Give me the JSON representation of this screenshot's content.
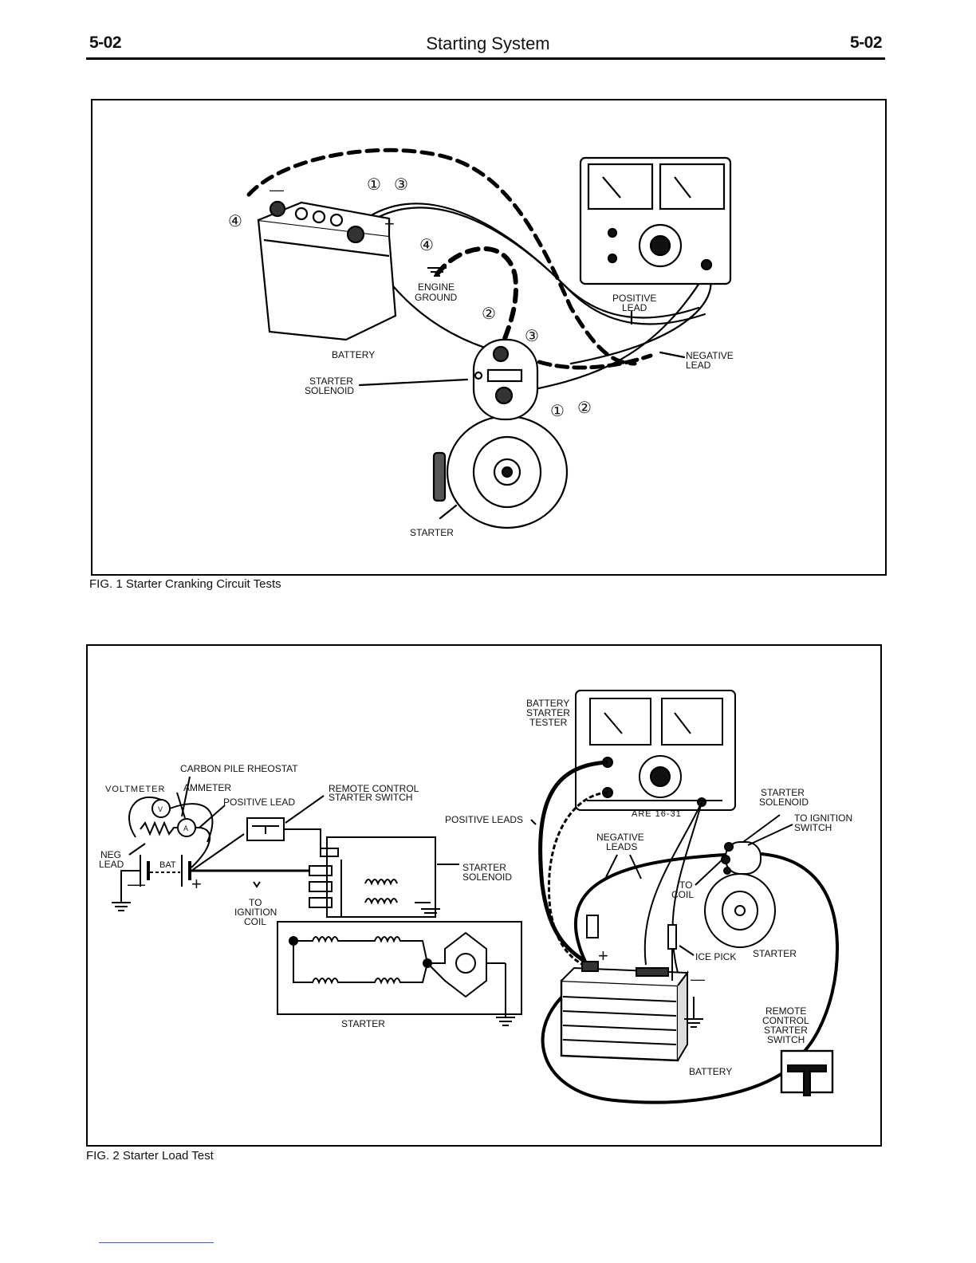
{
  "header": {
    "page_left": "5-02",
    "title": "Starting System",
    "page_right": "5-02"
  },
  "fig1": {
    "caption": "FIG. 1 Starter Cranking Circuit Tests",
    "labels": {
      "battery": "BATTERY",
      "engine_ground_1": "ENGINE",
      "engine_ground_2": "GROUND",
      "positive_lead_1": "POSITIVE",
      "positive_lead_2": "LEAD",
      "negative_lead_1": "NEGATIVE",
      "negative_lead_2": "LEAD",
      "starter_solenoid_1": "STARTER",
      "starter_solenoid_2": "SOLENOID",
      "starter": "STARTER",
      "plus": "+",
      "minus": "—"
    },
    "markers": {
      "m1": "①",
      "m2": "②",
      "m3": "③",
      "m4": "④"
    }
  },
  "fig2": {
    "caption": "FIG. 2 Starter Load Test",
    "labels": {
      "tester_1": "BATTERY",
      "tester_2": "STARTER",
      "tester_3": "TESTER",
      "carbon_pile": "CARBON PILE RHEOSTAT",
      "voltmeter": "VOLTMETER",
      "ammeter": "AMMETER",
      "positive_lead": "POSITIVE LEAD",
      "remote_control_1": "REMOTE CONTROL",
      "remote_control_2": "STARTER SWITCH",
      "neg_lead_1": "NEG",
      "neg_lead_2": "LEAD",
      "bat": "BAT",
      "v": "V",
      "a": "A",
      "to_ign_1": "TO",
      "to_ign_2": "IGNITION",
      "to_ign_3": "COIL",
      "starter_solenoid_l1": "STARTER",
      "starter_solenoid_l2": "SOLENOID",
      "starter_schematic": "STARTER",
      "positive_leads": "POSITIVE LEADS",
      "negative_leads_1": "NEGATIVE",
      "negative_leads_2": "LEADS",
      "are": "ARE 16-31",
      "starter_solenoid_r1": "STARTER",
      "starter_solenoid_r2": "SOLENOID",
      "to_ign_switch_1": "TO IGNITION",
      "to_ign_switch_2": "SWITCH",
      "to_coil_1": "TO",
      "to_coil_2": "COIL",
      "ice_pick": "ICE PICK",
      "starter_right": "STARTER",
      "remote_sw_1": "REMOTE",
      "remote_sw_2": "CONTROL",
      "remote_sw_3": "STARTER",
      "remote_sw_4": "SWITCH",
      "battery": "BATTERY",
      "plus": "+",
      "minus": "—",
      "bat_minus": "—",
      "bat_plus": "+"
    }
  }
}
